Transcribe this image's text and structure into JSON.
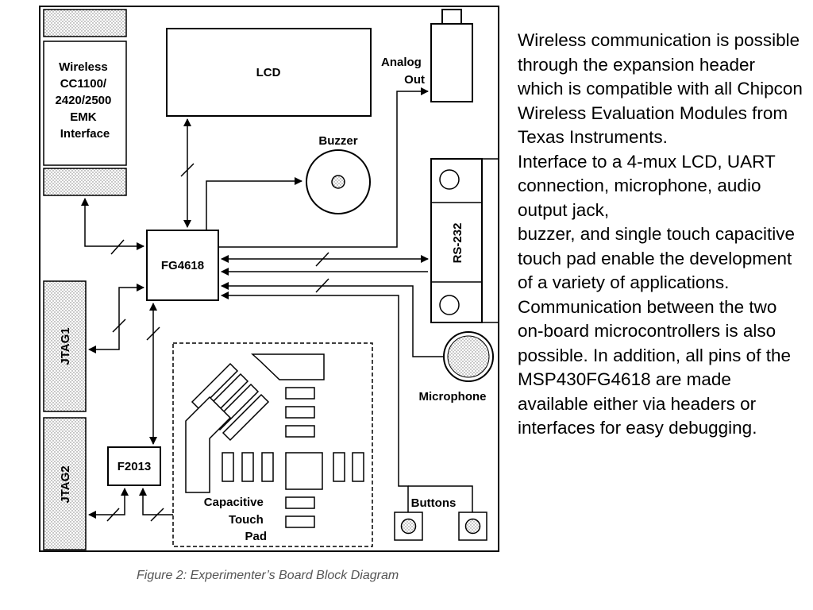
{
  "diagram": {
    "blocks": {
      "wireless": [
        "Wireless",
        "CC1100/",
        "2420/2500",
        "EMK",
        "Interface"
      ],
      "lcd": "LCD",
      "analog_out": [
        "Analog",
        "Out"
      ],
      "buzzer": "Buzzer",
      "mcu_main": "FG4618",
      "rs232": "RS-232",
      "jtag1": "JTAG1",
      "jtag2": "JTAG2",
      "microphone": "Microphone",
      "mcu_secondary": "F2013",
      "touch_pad": [
        "Capacitive",
        "Touch",
        "Pad"
      ],
      "buttons": "Buttons"
    },
    "caption": "Figure 2: Experimenter’s Board Block Diagram"
  },
  "description": [
    "Wireless communication is possible through the expansion header which is compatible with all Chipcon Wireless Evaluation Modules from Texas Instruments.",
    "Interface to a 4-mux LCD, UART connection, microphone, audio output jack,",
    "buzzer, and single touch capacitive touch pad enable the development of a variety of applications. Communication between the two on-board microcontrollers is also possible. In addition, all pins of the MSP430FG4618 are made available either via headers or interfaces for easy debugging."
  ]
}
